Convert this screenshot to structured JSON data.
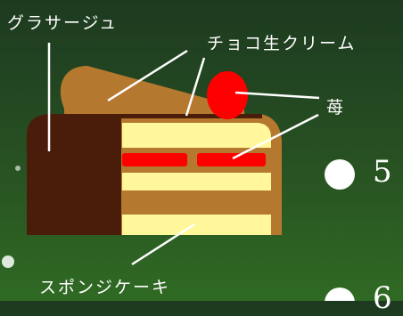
{
  "labels": {
    "glacage": "グラサージュ",
    "choco_cream": "チョコ生クリーム",
    "strawberry": "苺",
    "sponge": "スポンジケーキ"
  },
  "list_numbers": [
    "5",
    "6"
  ],
  "colors": {
    "glacage": "#4a1d0a",
    "sponge": "#b5782f",
    "cream": "#fff79a",
    "strawberry": "#ff0000",
    "line": "#ffffff",
    "bullet": "#ffffff"
  }
}
